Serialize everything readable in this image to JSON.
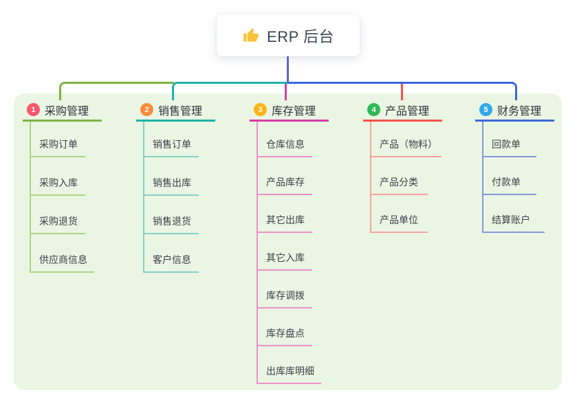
{
  "root": {
    "icon": "thumbs-up",
    "label": "ERP 后台"
  },
  "colors": {
    "panel_background": "#eaf6e3",
    "stem": "#5b68c6",
    "root_text": "#3e4553",
    "thumb_icon": "#f9c23c"
  },
  "branches": [
    {
      "badge": "1",
      "label": "采购管理",
      "color": "#7cb342",
      "light_color": "#a9d584",
      "badge_color": "#f8566c",
      "children": [
        "采购订单",
        "采购入库",
        "采购退货",
        "供应商信息"
      ]
    },
    {
      "badge": "2",
      "label": "销售管理",
      "color": "#1cb3a8",
      "light_color": "#85cfc9",
      "badge_color": "#fb8c3f",
      "children": [
        "销售订单",
        "销售出库",
        "销售退货",
        "客户信息"
      ]
    },
    {
      "badge": "3",
      "label": "库存管理",
      "color": "#d63ca6",
      "light_color": "#ee8fc8",
      "badge_color": "#fcb316",
      "children": [
        "仓库信息",
        "产品库存",
        "其它出库",
        "其它入库",
        "库存调拨",
        "库存盘点",
        "出库库明细"
      ]
    },
    {
      "badge": "4",
      "label": "产品管理",
      "color": "#f4504a",
      "light_color": "#f8a29c",
      "badge_color": "#2fb858",
      "children": [
        "产品（物料）",
        "产品分类",
        "产品单位"
      ]
    },
    {
      "badge": "5",
      "label": "财务管理",
      "color": "#3d66db",
      "light_color": "#8499d9",
      "badge_color": "#32a9e9",
      "children": [
        "回款单",
        "付款单",
        "结算账户"
      ]
    }
  ]
}
